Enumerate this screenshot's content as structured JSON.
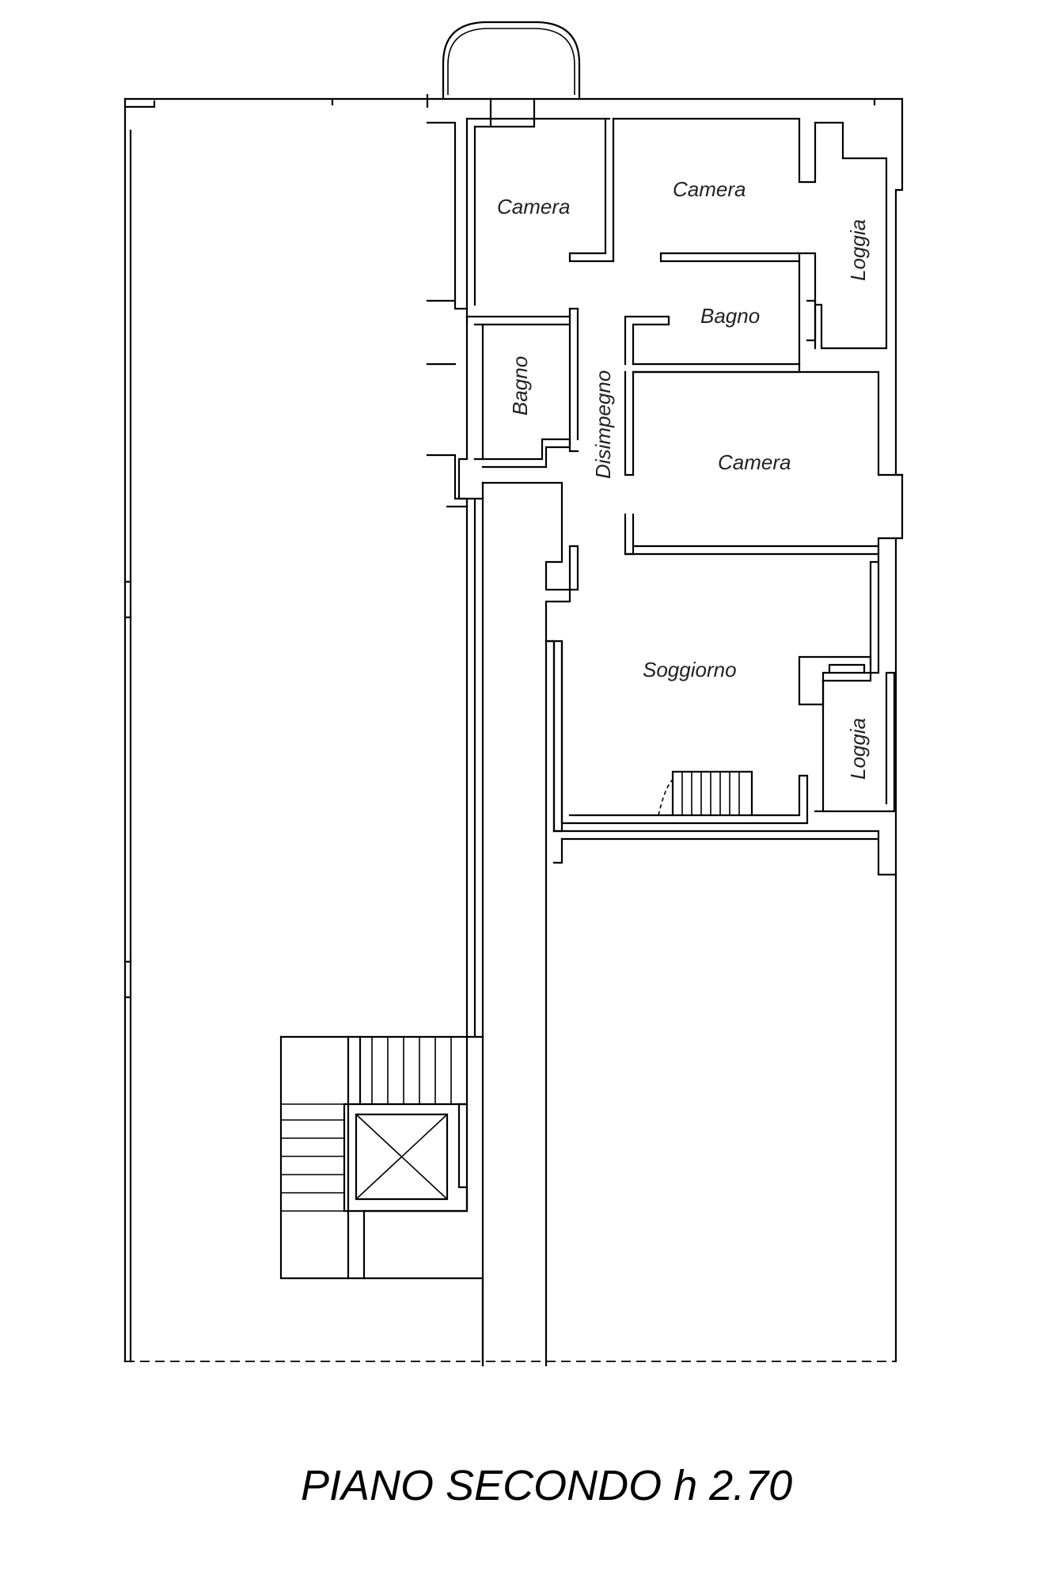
{
  "title": "PIANO SECONDO h 2.70",
  "rooms": {
    "camera_1": "Camera",
    "camera_2": "Camera",
    "camera_3": "Camera",
    "bagno_1": "Bagno",
    "bagno_2": "Bagno",
    "disimpegno": "Disimpegno",
    "loggia_1": "Loggia",
    "loggia_2": "Loggia",
    "soggiorno": "Soggiorno"
  },
  "colors": {
    "line": "#000000",
    "background": "#ffffff"
  }
}
